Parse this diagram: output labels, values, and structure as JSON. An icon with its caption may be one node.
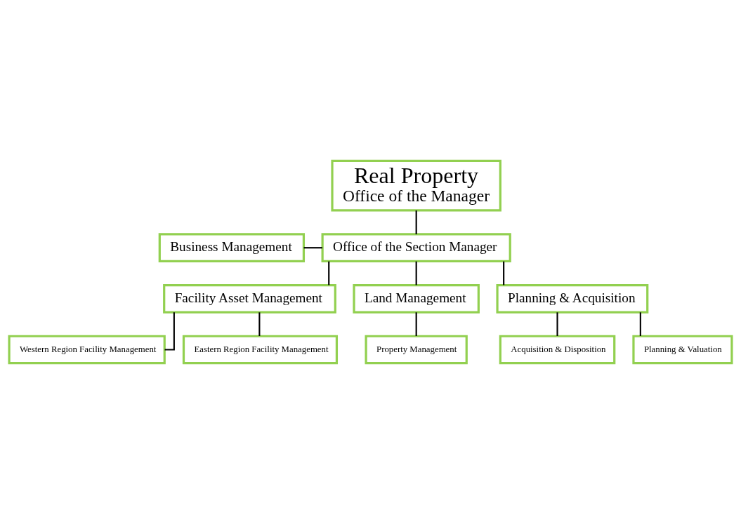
{
  "diagram": {
    "nodes": [
      {
        "text": [
          "Real Property",
          "Office of the Manager"
        ]
      },
      {
        "text": [
          "Business Management"
        ]
      },
      {
        "text": [
          "Office of the Section Manager"
        ]
      },
      {
        "text": [
          "Facility Asset Management"
        ]
      },
      {
        "text": [
          "Land Management"
        ]
      },
      {
        "text": [
          "Planning & Acquisition"
        ]
      },
      {
        "text": [
          "Western Region Facility Management"
        ]
      },
      {
        "text": [
          "Eastern Region Facility Management"
        ]
      },
      {
        "text": [
          "Property Management"
        ]
      },
      {
        "text": [
          "Acquisition & Disposition"
        ]
      },
      {
        "text": [
          "Planning & Valuation"
        ]
      }
    ],
    "edges": [
      {
        "from": 0,
        "to": 2,
        "arrow": "none"
      },
      {
        "from": 1,
        "to": 2,
        "arrow": "none"
      },
      {
        "from": 2,
        "to": 3,
        "arrow": "none"
      },
      {
        "from": 2,
        "to": 4,
        "arrow": "none"
      },
      {
        "from": 2,
        "to": 5,
        "arrow": "none"
      },
      {
        "from": 3,
        "to": 6,
        "arrow": "none"
      },
      {
        "from": 3,
        "to": 7,
        "arrow": "none"
      },
      {
        "from": 4,
        "to": 8,
        "arrow": "none"
      },
      {
        "from": 5,
        "to": 9,
        "arrow": "none"
      },
      {
        "from": 5,
        "to": 10,
        "arrow": "none"
      }
    ]
  }
}
